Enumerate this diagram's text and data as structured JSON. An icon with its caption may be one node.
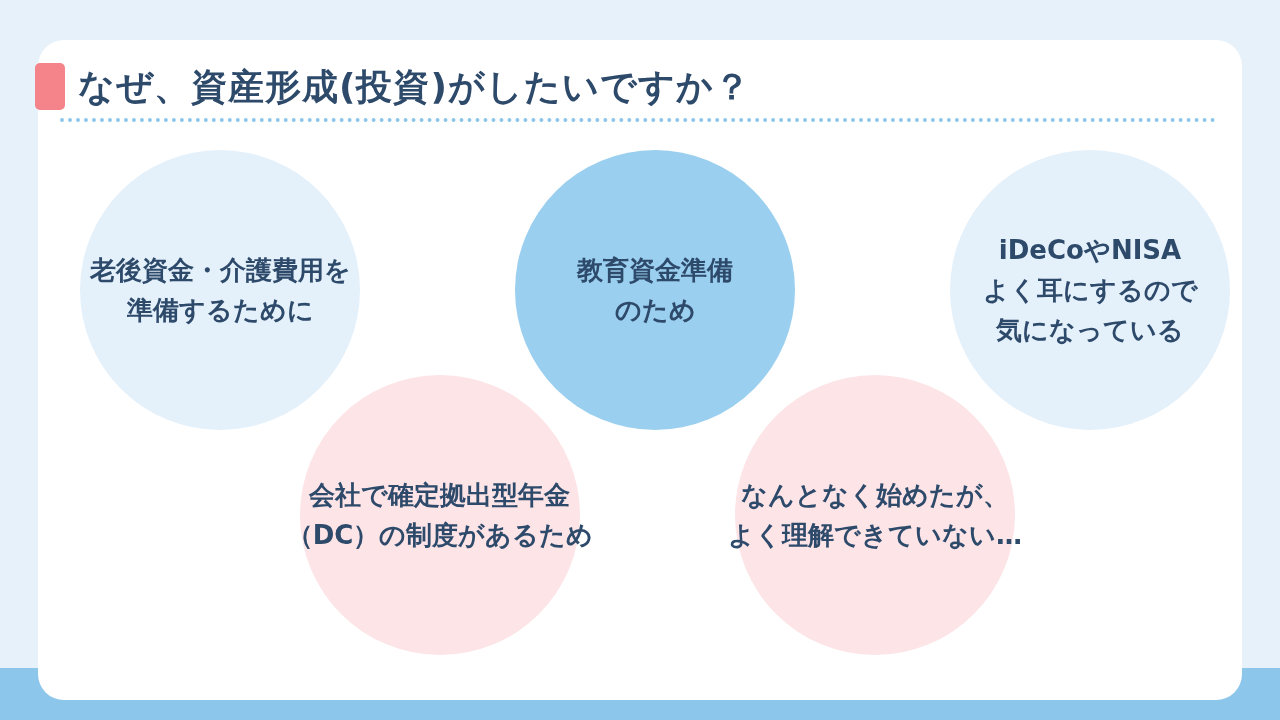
{
  "diagram": {
    "title": "なぜ、資産形成(投資)がしたいですか？",
    "nodes": [
      {
        "text": [
          "老後資金・介護費用を準備するために"
        ]
      },
      {
        "text": [
          "教育資金準備のため"
        ]
      },
      {
        "text": [
          "iDeCoやNISAよく耳にするので気になっている"
        ]
      },
      {
        "text": [
          "会社で確定拠出型年金（DC）の制度があるため"
        ]
      },
      {
        "text": [
          "なんとなく始めたが、よく理解できていない…"
        ]
      }
    ],
    "edges": []
  }
}
